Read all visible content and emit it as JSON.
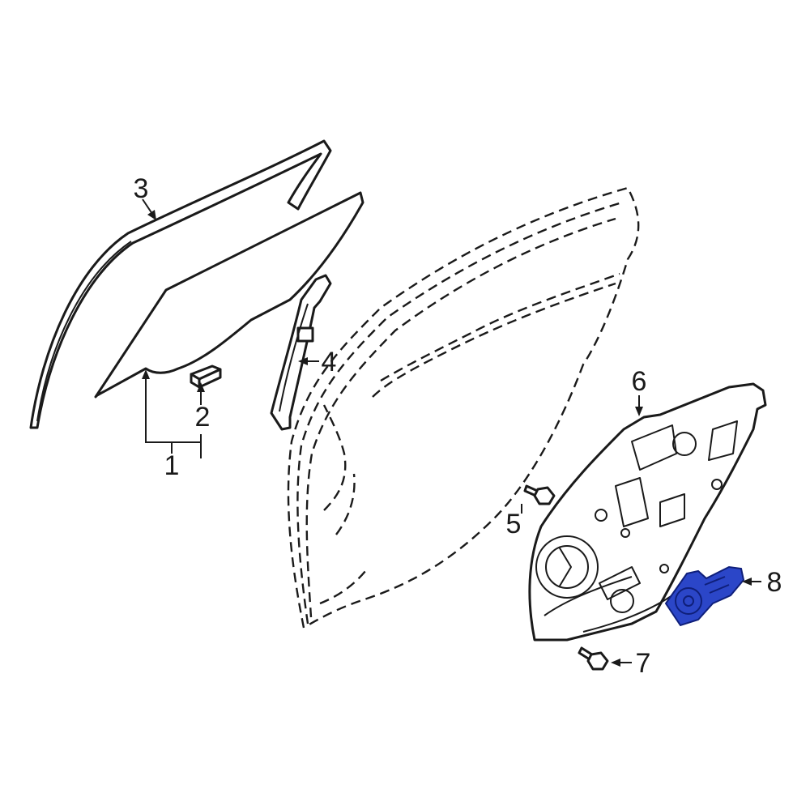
{
  "callouts": {
    "c1": "1",
    "c2": "2",
    "c3": "3",
    "c4": "4",
    "c5": "5",
    "c6": "6",
    "c7": "7",
    "c8": "8"
  },
  "colors": {
    "line": "#1a1a1a",
    "highlight": "#2b46c8",
    "highlight_dark": "#0f1f7a",
    "background": "#ffffff"
  },
  "highlighted_part": "8"
}
